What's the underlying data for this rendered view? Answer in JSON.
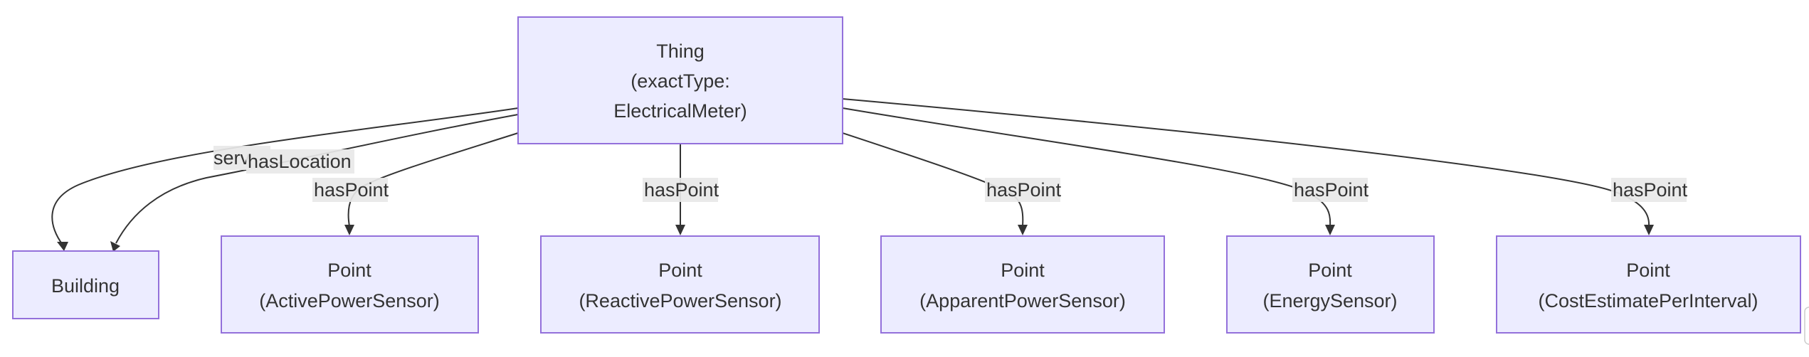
{
  "nodes": {
    "thing": {
      "lines": [
        "Thing",
        "(exactType:",
        "ElectricalMeter)"
      ]
    },
    "building": {
      "lines": [
        "Building"
      ]
    },
    "active": {
      "lines": [
        "Point",
        "(ActivePowerSensor)"
      ]
    },
    "reactive": {
      "lines": [
        "Point",
        "(ReactivePowerSensor)"
      ]
    },
    "apparent": {
      "lines": [
        "Point",
        "(ApparentPowerSensor)"
      ]
    },
    "energy": {
      "lines": [
        "Point",
        "(EnergySensor)"
      ]
    },
    "cost": {
      "lines": [
        "Point",
        "(CostEstimatePerInterval)"
      ]
    }
  },
  "edges": {
    "serves": "serv",
    "has_location": "hasLocation",
    "has_point_active": "hasPoint",
    "has_point_reactive": "hasPoint",
    "has_point_apparent": "hasPoint",
    "has_point_energy": "hasPoint",
    "has_point_cost": "hasPoint"
  },
  "colors": {
    "node_fill": "#ECECFF",
    "node_border": "#9370DB",
    "edge_line": "#333333",
    "label_background": "#e8e8e8",
    "text": "#333333"
  }
}
